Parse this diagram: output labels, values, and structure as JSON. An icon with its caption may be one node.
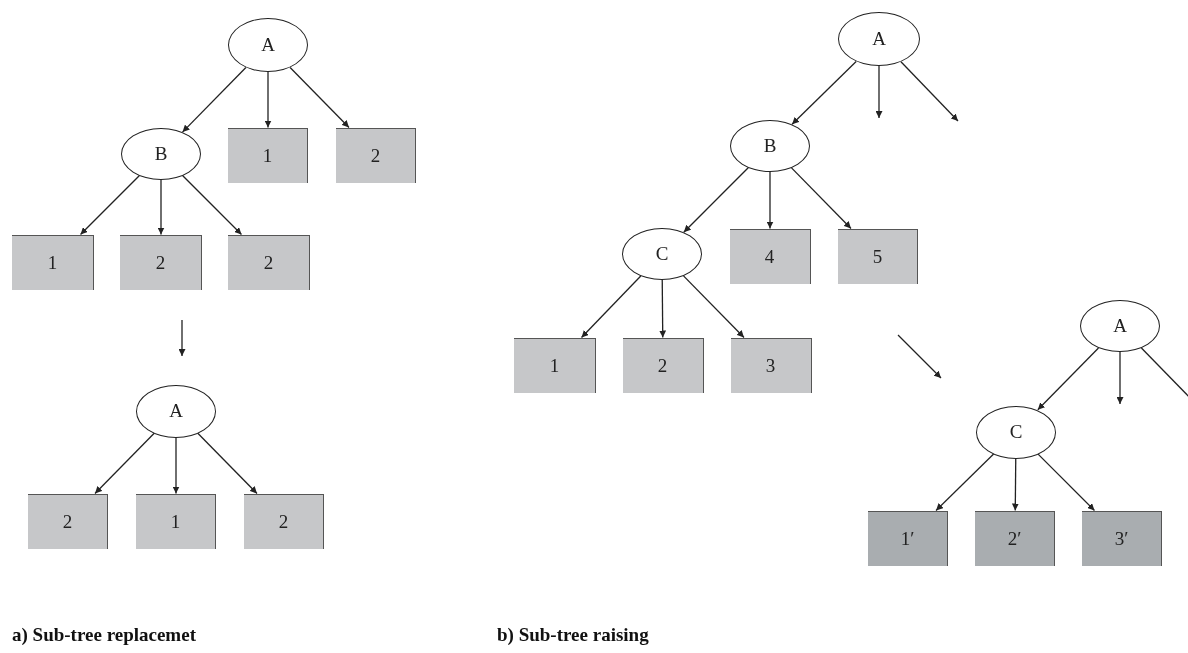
{
  "diagram": {
    "nodes": [
      {
        "text": [
          "A"
        ]
      },
      {
        "text": [
          "B"
        ]
      },
      {
        "text": [
          "1"
        ]
      },
      {
        "text": [
          "2"
        ]
      },
      {
        "text": [
          "1"
        ]
      },
      {
        "text": [
          "2"
        ]
      },
      {
        "text": [
          "2"
        ]
      },
      {
        "text": [
          "A"
        ]
      },
      {
        "text": [
          "2"
        ]
      },
      {
        "text": [
          "1"
        ]
      },
      {
        "text": [
          "2"
        ]
      },
      {
        "text": [
          "A"
        ]
      },
      {
        "text": [
          "B"
        ]
      },
      {
        "text": [
          "C"
        ]
      },
      {
        "text": [
          "4"
        ]
      },
      {
        "text": [
          "5"
        ]
      },
      {
        "text": [
          "1"
        ]
      },
      {
        "text": [
          "2"
        ]
      },
      {
        "text": [
          "3"
        ]
      },
      {
        "text": [
          "A"
        ]
      },
      {
        "text": [
          "C"
        ]
      },
      {
        "text": [
          "1′"
        ]
      },
      {
        "text": [
          "2′"
        ]
      },
      {
        "text": [
          "3′"
        ]
      }
    ],
    "edges": [
      {
        "from": 0,
        "to": 1,
        "arrow": "to"
      },
      {
        "from": 0,
        "to": 2,
        "arrow": "to"
      },
      {
        "from": 0,
        "to": 3,
        "arrow": "to"
      },
      {
        "from": 1,
        "to": 4,
        "arrow": "to"
      },
      {
        "from": 1,
        "to": 5,
        "arrow": "to"
      },
      {
        "from": 1,
        "to": 6,
        "arrow": "to"
      },
      {
        "from": 7,
        "to": 8,
        "arrow": "to"
      },
      {
        "from": 7,
        "to": 9,
        "arrow": "to"
      },
      {
        "from": 7,
        "to": 10,
        "arrow": "to"
      },
      {
        "from": 11,
        "to": 12,
        "arrow": "to"
      },
      {
        "from": 11,
        "to": null,
        "arrow": "to"
      },
      {
        "from": 11,
        "to": null,
        "arrow": "to"
      },
      {
        "from": 12,
        "to": 13,
        "arrow": "to"
      },
      {
        "from": 12,
        "to": 14,
        "arrow": "to"
      },
      {
        "from": 12,
        "to": 15,
        "arrow": "to"
      },
      {
        "from": 13,
        "to": 16,
        "arrow": "to"
      },
      {
        "from": 13,
        "to": 17,
        "arrow": "to"
      },
      {
        "from": 13,
        "to": 18,
        "arrow": "to"
      },
      {
        "from": 19,
        "to": 20,
        "arrow": "to"
      },
      {
        "from": 19,
        "to": null,
        "arrow": "to"
      },
      {
        "from": 19,
        "to": null,
        "arrow": "to"
      },
      {
        "from": 20,
        "to": 21,
        "arrow": "to"
      },
      {
        "from": 20,
        "to": 22,
        "arrow": "to"
      },
      {
        "from": 20,
        "to": 23,
        "arrow": "to"
      }
    ],
    "labels": [
      "a) Sub-tree replacemet",
      "b) Sub-tree raising"
    ]
  }
}
